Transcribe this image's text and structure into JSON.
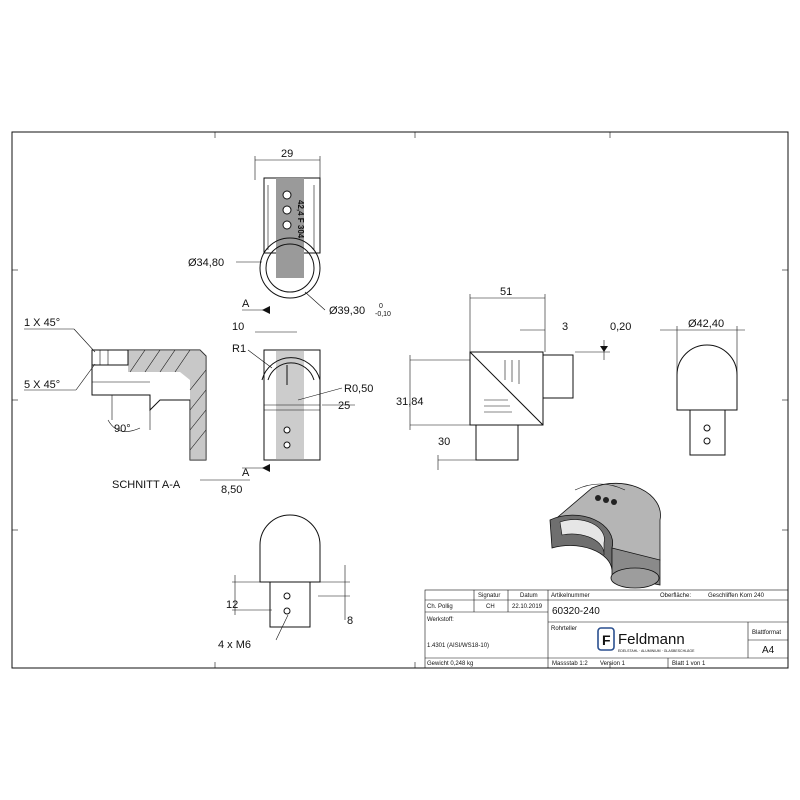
{
  "dimensions": {
    "top_width": "29",
    "dia_34": "Ø34,80",
    "dia_39": "Ø39,30",
    "dia_39_tol_upper": "0",
    "dia_39_tol_lower": "-0,10",
    "engraving": "42,4 F 304",
    "section_marker": "A",
    "dim_10": "10",
    "r1": "R1",
    "r050": "R0,50",
    "dim_25": "25",
    "dim_850": "8,50",
    "chamfer_1": "1 X 45°",
    "chamfer_5": "5 X 45°",
    "angle_90": "90°",
    "section_label": "SCHNITT A-A",
    "dim_51": "51",
    "dim_3": "3",
    "dim_020": "0,20",
    "dim_3184": "31,84",
    "dim_30": "30",
    "dia_4240": "Ø42,40",
    "dim_12": "12",
    "dim_8": "8",
    "thread": "4 x M6"
  },
  "title_block": {
    "h_date_label": "Datum",
    "h_sign_label": "Signatur",
    "art_label": "Artikelnummer",
    "surface_label": "Oberfläche:",
    "surface_value": "Geschliffen Korn 240",
    "drawn_by": "Ch. Pollig",
    "initials": "CH",
    "date": "22.10.2019",
    "article_no": "60320-240",
    "material_label": "Werkstoff:",
    "material_value": "1.4301 (AISI/WS18-10)",
    "part_label": "Rohrteller",
    "brand": "Feldmann",
    "brand_tagline": "EDELSTAHL · ALUMINIUM · GLASBESCHLÄGE",
    "format_label": "Blattformat",
    "format_value": "A4",
    "weight": "Gewicht 0,248 kg",
    "scale": "Massstab 1:2",
    "version": "Version 1",
    "sheet": "Blatt 1 von 1"
  },
  "colors": {
    "line": "#111111",
    "shade": "#9a9a9a",
    "brand_blue": "#2a4f8f"
  }
}
